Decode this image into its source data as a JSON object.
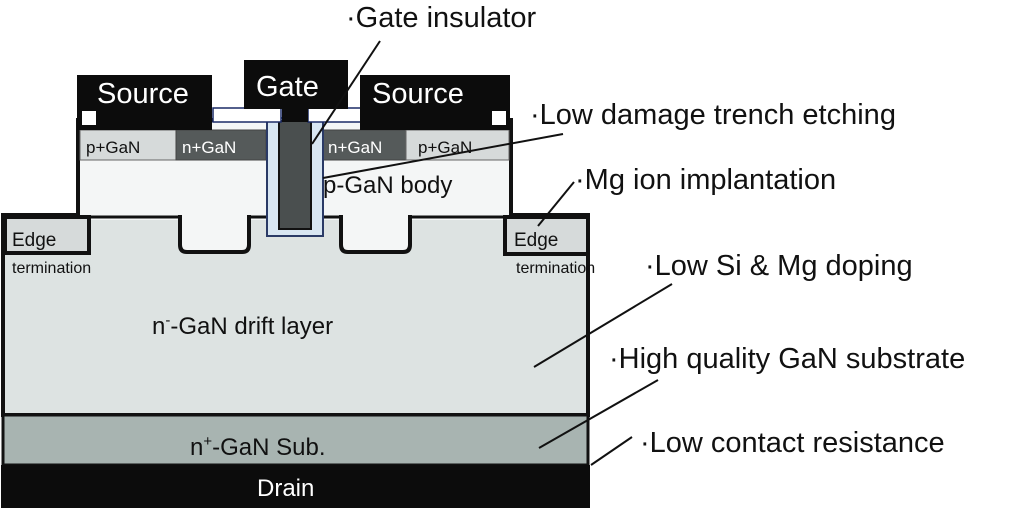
{
  "diagram": {
    "title": "Vertical GaN trench MOSFET cross-section",
    "electrodes": {
      "gate": "Gate",
      "source_left": "Source",
      "source_right": "Source",
      "drain": "Drain"
    },
    "layers": {
      "p_plus_left": "p+GaN",
      "n_plus_left": "n+GaN",
      "n_plus_right": "n+GaN",
      "p_plus_right": "p+GaN",
      "p_body": "p-GaN body",
      "edge_left": "Edge",
      "edge_left_sub": "termination",
      "edge_right": "Edge",
      "edge_right_sub": "termination",
      "drift_prefix": "n",
      "drift_sup": "-",
      "drift_suffix": "-GaN drift layer",
      "substrate_prefix": "n",
      "substrate_sup": "+",
      "substrate_suffix": "-GaN Sub."
    },
    "annotations": [
      {
        "id": "gate-insulator",
        "text": "·Gate insulator"
      },
      {
        "id": "low-damage-trench-etching",
        "text": "·Low damage trench etching"
      },
      {
        "id": "mg-ion-implantation",
        "text": "·Mg ion implantation"
      },
      {
        "id": "low-si-mg-doping",
        "text": "·Low Si & Mg doping"
      },
      {
        "id": "high-quality-substrate",
        "text": "·High quality GaN substrate"
      },
      {
        "id": "low-contact-resistance",
        "text": "·Low contact resistance"
      }
    ],
    "colors": {
      "metal": "#0c0c0c",
      "p_plus": "#d6dada",
      "n_plus": "#555a5a",
      "p_body": "#f4f6f6",
      "drift": "#dde3e2",
      "substrate": "#a8b4b1",
      "insulator": "#d8e6f2",
      "gate_poly": "#4a4f4f",
      "outline": "#111111"
    }
  }
}
